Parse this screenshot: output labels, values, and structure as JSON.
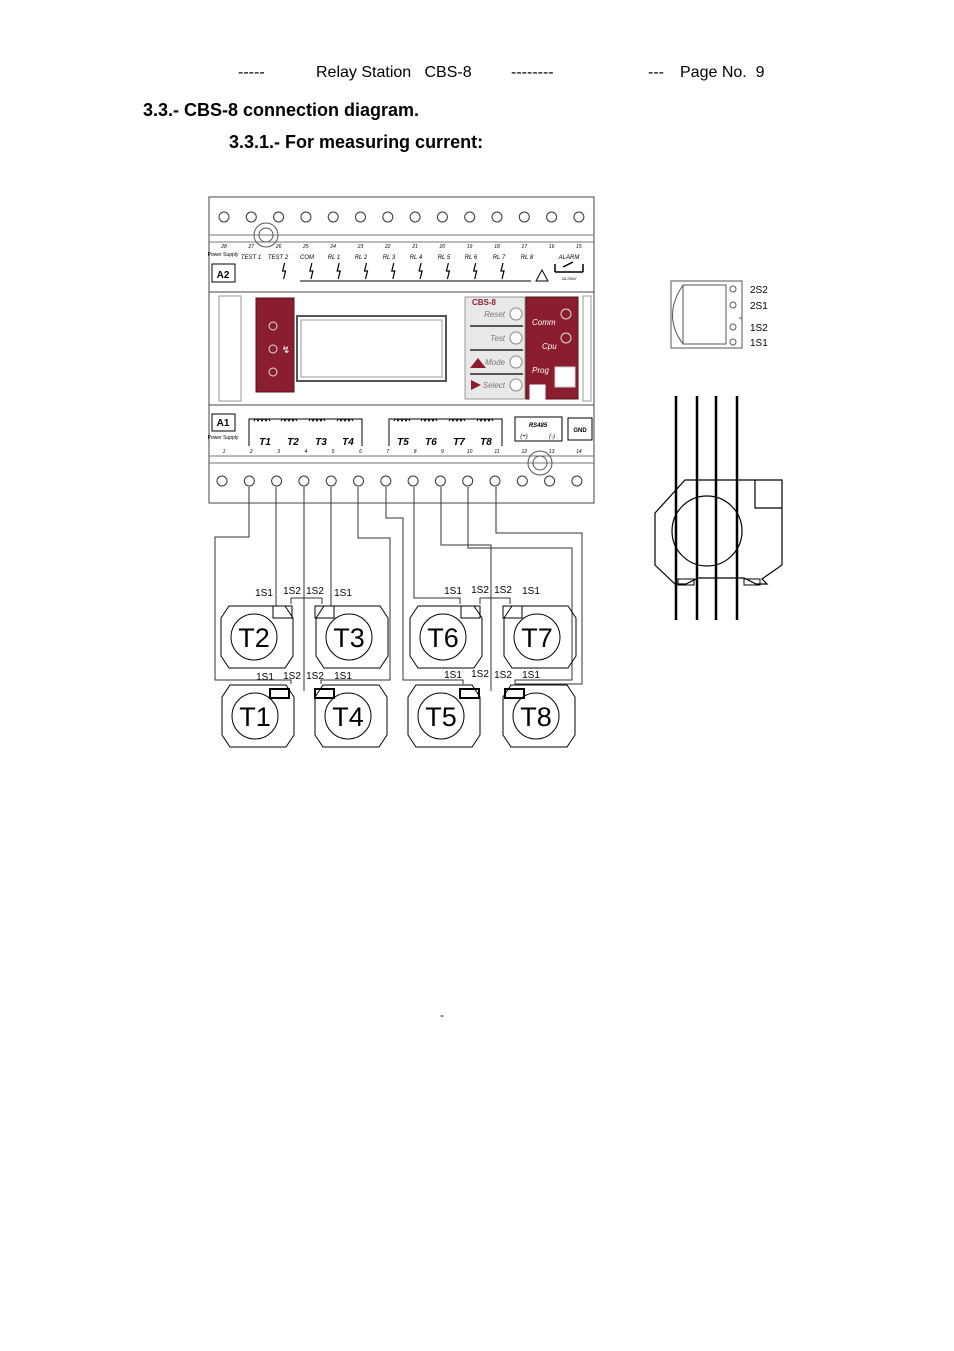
{
  "header": {
    "left_dashes": "-----",
    "title": "Relay Station   CBS-8",
    "mid_dashes": "--------",
    "right_dashes": "---",
    "page": "Page No.  9"
  },
  "section": {
    "heading": "3.3.- CBS-8 connection diagram.",
    "subheading": "3.3.1.- For measuring current:"
  },
  "device": {
    "a2_label": "A2",
    "a1_label": "A1",
    "power_supply": "Power Supply",
    "top_numbers": [
      "28",
      "27",
      "26",
      "25",
      "24",
      "23",
      "22",
      "21",
      "20",
      "19",
      "18",
      "17",
      "16",
      "15"
    ],
    "top_labels": [
      "TEST 1",
      "TEST 2",
      "COM",
      "RL 1",
      "RL 2",
      "RL 3",
      "RL 4",
      "RL 5",
      "RL 6",
      "RL 7",
      "RL 8",
      "ALARM"
    ],
    "bottom_numbers": [
      "1",
      "2",
      "3",
      "4",
      "5",
      "6",
      "7",
      "8",
      "9",
      "10",
      "11",
      "12",
      "13",
      "14"
    ],
    "bottom_channels": [
      "T1",
      "T2",
      "T3",
      "T4",
      "T5",
      "T6",
      "T7",
      "T8"
    ],
    "rs485": "RS485",
    "rs485_plus": "(+)",
    "rs485_minus": "(-)",
    "gnd": "GND",
    "brand": "CBS-8",
    "buttons": [
      "Reset",
      "Test",
      "Mode",
      "Select"
    ],
    "right_labels": [
      "Comm",
      "Cpu",
      "Prog"
    ],
    "alarm_rating": "2A 250V"
  },
  "transformers": {
    "top_row": [
      "T2",
      "T3",
      "T6",
      "T7"
    ],
    "bottom_row": [
      "T1",
      "T4",
      "T5",
      "T8"
    ],
    "terminal_1s1": "1S1",
    "terminal_1s2": "1S2"
  },
  "sensor_side": {
    "labels": [
      "2S2",
      "2S1",
      "1S2",
      "1S1"
    ]
  },
  "footer": {
    "dash": "-"
  }
}
